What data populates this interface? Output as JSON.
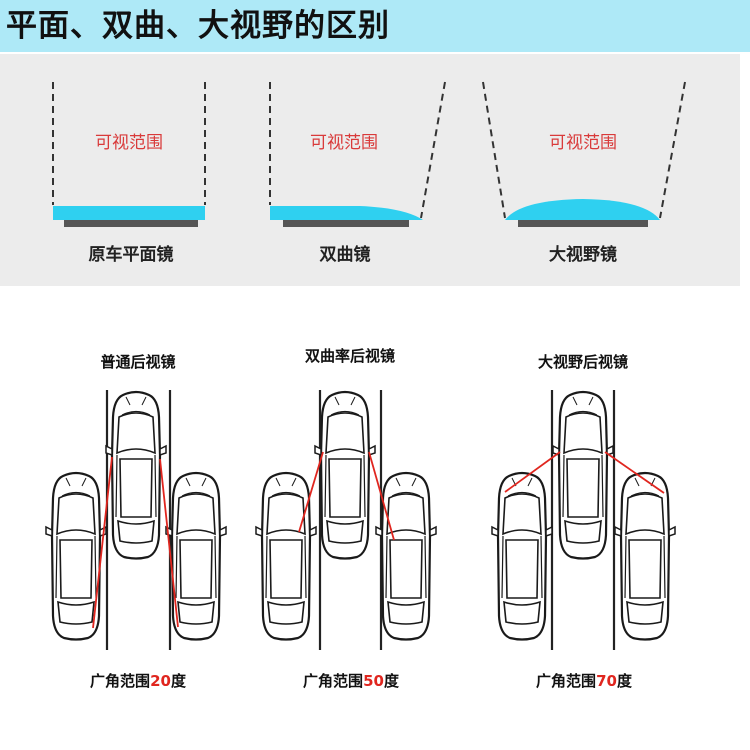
{
  "title": "平面、双曲、大视野的区别",
  "top_diagram": {
    "visible_range_label": "可视范围",
    "mirrors": [
      {
        "name": "原车平面镜"
      },
      {
        "name": "双曲镜"
      },
      {
        "name": "大视野镜"
      }
    ]
  },
  "bottom_diagram": {
    "panels": [
      {
        "heading": "普通后视镜",
        "angle_prefix": "广角范围",
        "angle_value": "20",
        "angle_unit": "度"
      },
      {
        "heading": "双曲率后视镜",
        "angle_prefix": "广角范围",
        "angle_value": "50",
        "angle_unit": "度"
      },
      {
        "heading": "大视野后视镜",
        "angle_prefix": "广角范围",
        "angle_value": "70",
        "angle_unit": "度"
      }
    ]
  },
  "colors": {
    "title_bar": "#aee9f7",
    "panel_bg": "#ececec",
    "mirror_glass": "#2fd0f0",
    "mirror_base": "#555555",
    "range_text": "#d93a3a",
    "sight_line": "#e0261f"
  }
}
